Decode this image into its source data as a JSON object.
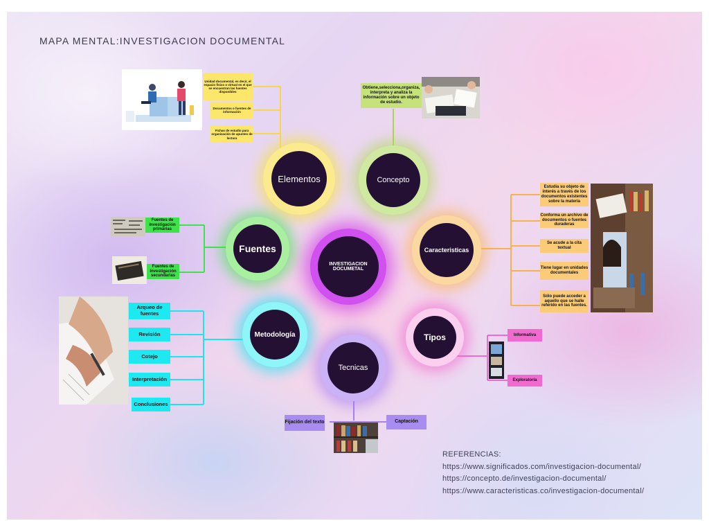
{
  "title": "MAPA MENTAL:INVESTIGACION DOCUMENTAL",
  "center": {
    "label": "INVESTIGACION DOCUMETAL"
  },
  "branches": {
    "elementos": {
      "label": "Elementos",
      "items": [
        "Unidad documental, es decir, el espacio físico o virtual en el que se encuentran las fuentes disponibles",
        "Documentos o fuentes de información",
        "Fichas de estudio para organización de apuntes de lectura"
      ]
    },
    "concepto": {
      "label": "Concepto",
      "items": [
        "Obtiene,selecciona,organiza, interpreta y analiza la información sobre un objeto de estudio."
      ]
    },
    "caracteristicas": {
      "label": "Caracteristicas",
      "items": [
        "Estudia su objeto de interés a través de los documentos existentes sobre la materia",
        "Conforma un archivo de documentos o fuentes duraderas",
        "Se acude a la cita textual",
        "Tiene lugar en unidades documentales",
        "Sólo puede acceder a aquello que se halle referido en las fuentes."
      ]
    },
    "fuentes": {
      "label": "Fuentes",
      "items": [
        "Fuentes de investigación primarias",
        "Fuentes de investigación secundarias"
      ]
    },
    "metodologia": {
      "label": "Metodología",
      "items": [
        "Arqueo de fuentes",
        "Revisión",
        "Cotejo",
        "Interpretación",
        "Conclusiones"
      ]
    },
    "tecnicas": {
      "label": "Tecnicas",
      "items": [
        "Fijación del texto",
        "Captación"
      ]
    },
    "tipos": {
      "label": "Tipos",
      "items": [
        "Informativa",
        "Exploratoria"
      ]
    }
  },
  "references": {
    "heading": "REFERENCIAS:",
    "links": [
      "https://www.significados.com/investigacion-documental/",
      "https://concepto.de/investigacion-documental/",
      "https://www.caracteristicas.co/investigacion-documental/"
    ]
  },
  "colors": {
    "elementos": "#f7e23c",
    "concepto": "#a7d84a",
    "caracteristicas": "#f7b24a",
    "fuentes": "#3ee24a",
    "metodologia": "#18e6f0",
    "tecnicas": "#a97ff0",
    "tipos": "#f06ad0",
    "center": "#c020e0",
    "node_fill": "#241033"
  },
  "icons": [
    "people-studying-illustration",
    "desk-study-photo",
    "newspapers-photo",
    "old-book-photo",
    "writing-hand-photo",
    "woman-library-photo",
    "tablet-devices-photo",
    "library-shelves-photo"
  ]
}
